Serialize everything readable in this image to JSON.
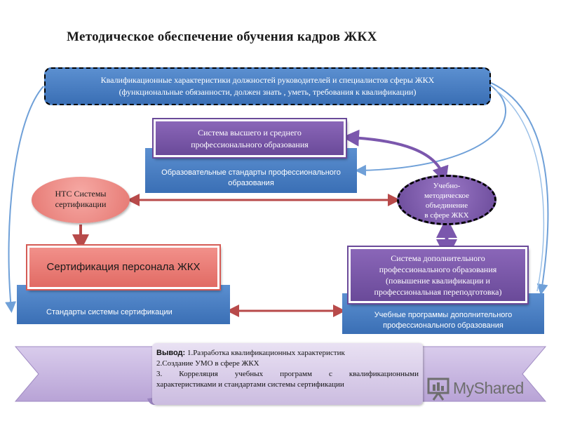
{
  "title": "Методическое обеспечение обучения кадров ЖКХ",
  "qualification_box": {
    "line1": "Квалификационные характеристики должностей руководителей и специалистов сферы ЖКХ",
    "line2": "(функциональные обязанности, должен знать , уметь, требования к квалификации)"
  },
  "higher_education_system": {
    "line1": "Система высшего и среднего",
    "line2": "профессионального образования"
  },
  "educational_standards": {
    "line1": "Образовательные стандарты профессионального",
    "line2": "образования"
  },
  "nts": {
    "line1": "НТС Системы",
    "line2": "сертификации"
  },
  "umo": {
    "line1": "Учебно-",
    "line2": "методическое",
    "line3": "объединение",
    "line4": "в сфере ЖКХ"
  },
  "personnel_certification": "Сертификация персонала ЖКХ",
  "certification_standards": "Стандарты системы сертификации",
  "additional_education_system": {
    "line1": "Система дополнительного",
    "line2": "профессионального образования",
    "line3": "(повышение квалификации и",
    "line4": "профессиональная переподготовка)"
  },
  "training_programs": {
    "line1": "Учебные программы дополнительного",
    "line2": "профессионального образования"
  },
  "conclusion": {
    "label": "Вывод:",
    "item1": "1.Разработка квалификационных характеристик",
    "item2": "2.Создание УМО в сфере ЖКХ",
    "item3_a": "3. Корреляция учебных программ с квалификационными",
    "item3_b": "характеристиками и стандартами системы сертификации"
  },
  "brand": {
    "name": "MyShared"
  },
  "colors": {
    "blue": "#3a6fb5",
    "purple": "#6a4a99",
    "red": "#e16b64",
    "arrow_red": "#b84a4a",
    "arrow_blue": "#6fa0d8"
  }
}
